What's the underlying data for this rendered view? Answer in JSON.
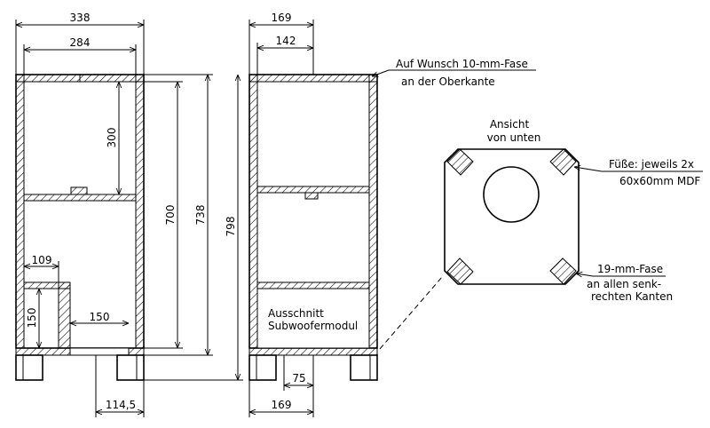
{
  "front": {
    "outer_width": "338",
    "inner_width": "284",
    "shelf_offset": "300",
    "inner_height": "700",
    "body_height": "738",
    "total_height": "798",
    "port_width": "109",
    "port_height": "150",
    "bottom_opening": "150",
    "foot_offset": "114,5"
  },
  "side": {
    "outer_depth": "169",
    "inner_depth": "142",
    "bottom_depth": "169",
    "foot_gap": "75",
    "cutout_label_line1": "Ausschnitt",
    "cutout_label_line2": "Subwoofermodul"
  },
  "notes": {
    "chamfer_top_line1": "Auf Wunsch 10-mm-Fase",
    "chamfer_top_line2": "an der Oberkante",
    "bottom_view_line1": "Ansicht",
    "bottom_view_line2": "von unten",
    "feet_line1": "Füße: jeweils 2x",
    "feet_line2": "60x60mm MDF",
    "chamfer_edges_line1": "19-mm-Fase",
    "chamfer_edges_line2": "an allen senk-",
    "chamfer_edges_line3": "rechten Kanten"
  }
}
